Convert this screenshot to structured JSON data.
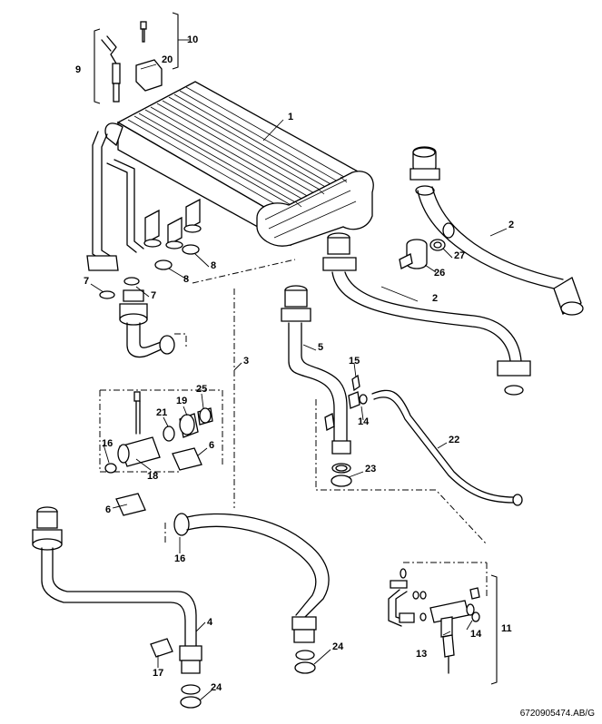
{
  "diagram": {
    "reference_code": "6720905474.AB/G",
    "callouts": [
      {
        "id": "c1",
        "text": "1"
      },
      {
        "id": "c2a",
        "text": "2"
      },
      {
        "id": "c2b",
        "text": "2"
      },
      {
        "id": "c3",
        "text": "3"
      },
      {
        "id": "c4",
        "text": "4"
      },
      {
        "id": "c5",
        "text": "5"
      },
      {
        "id": "c6a",
        "text": "6"
      },
      {
        "id": "c6b",
        "text": "6"
      },
      {
        "id": "c7a",
        "text": "7"
      },
      {
        "id": "c7b",
        "text": "7"
      },
      {
        "id": "c8a",
        "text": "8"
      },
      {
        "id": "c8b",
        "text": "8"
      },
      {
        "id": "c9",
        "text": "9"
      },
      {
        "id": "c10",
        "text": "10"
      },
      {
        "id": "c11",
        "text": "11"
      },
      {
        "id": "c13",
        "text": "13"
      },
      {
        "id": "c14a",
        "text": "14"
      },
      {
        "id": "c14b",
        "text": "14"
      },
      {
        "id": "c15",
        "text": "15"
      },
      {
        "id": "c16a",
        "text": "16"
      },
      {
        "id": "c16b",
        "text": "16"
      },
      {
        "id": "c17",
        "text": "17"
      },
      {
        "id": "c18",
        "text": "18"
      },
      {
        "id": "c19",
        "text": "19"
      },
      {
        "id": "c20",
        "text": "20"
      },
      {
        "id": "c21",
        "text": "21"
      },
      {
        "id": "c22",
        "text": "22"
      },
      {
        "id": "c23",
        "text": "23"
      },
      {
        "id": "c24a",
        "text": "24"
      },
      {
        "id": "c24b",
        "text": "24"
      },
      {
        "id": "c25",
        "text": "25"
      },
      {
        "id": "c26",
        "text": "26"
      },
      {
        "id": "c27",
        "text": "27"
      }
    ]
  }
}
